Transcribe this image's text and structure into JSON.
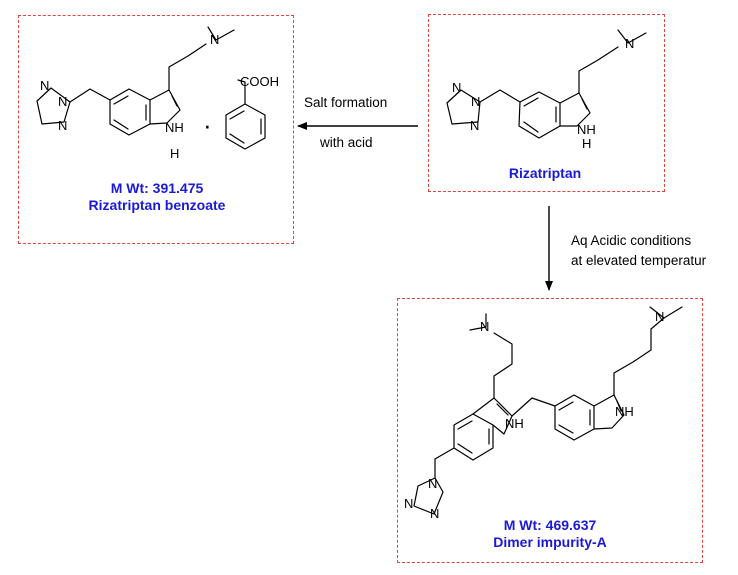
{
  "boxes": {
    "benzoate": {
      "title": "M Wt: 391.475",
      "subtitle": "Rizatriptan benzoate"
    },
    "rizatriptan": {
      "title": "Rizatriptan"
    },
    "dimer": {
      "title": "M Wt: 469.637",
      "subtitle": "Dimer impurity-A"
    }
  },
  "arrows": {
    "salt": {
      "line1": "Salt formation",
      "line2": "with acid"
    },
    "acidic": {
      "line1": "Aq Acidic conditions",
      "line2": "at elevated temperatur"
    }
  },
  "atoms": {
    "N": "N",
    "NH": "NH",
    "H": "H",
    "COOH": "COOH",
    "dot": "·"
  },
  "colors": {
    "box_border": "#e0443e",
    "caption": "#1a1ad6"
  }
}
